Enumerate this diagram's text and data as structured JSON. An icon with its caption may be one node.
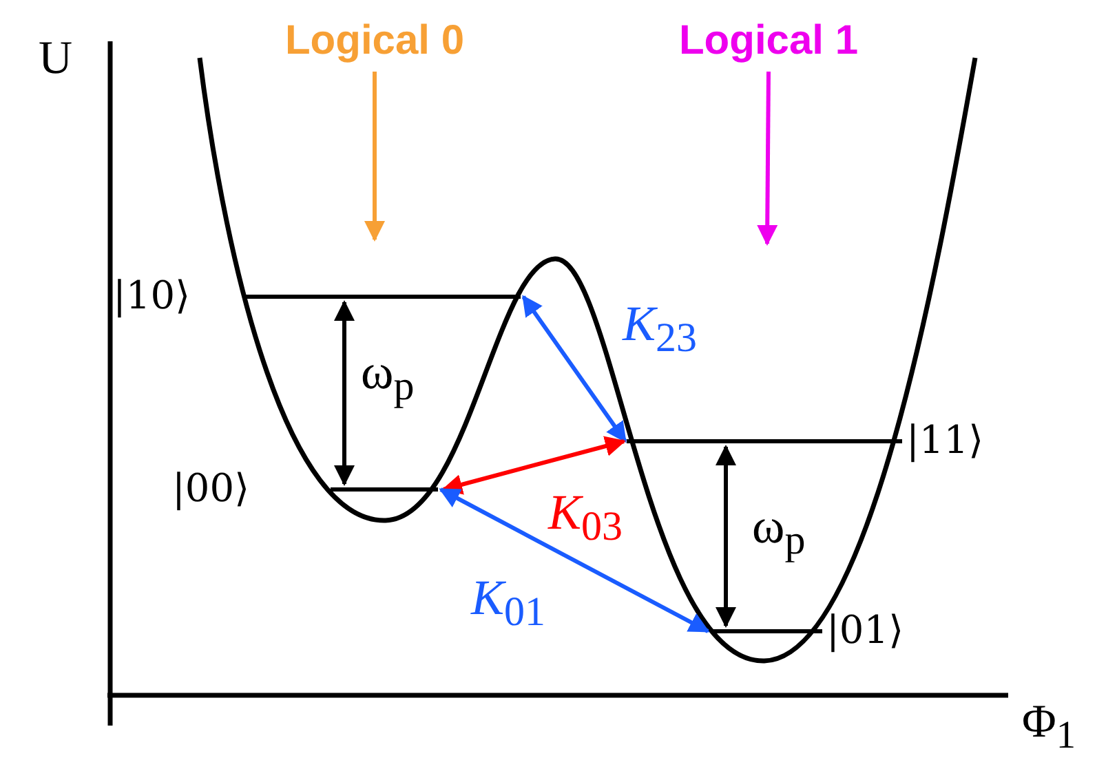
{
  "diagram": {
    "nodes": [
      {
        "text": [
          "Logical 0"
        ]
      },
      {
        "text": [
          "Logical 1"
        ]
      },
      {
        "text": [
          "|10⟩"
        ]
      },
      {
        "text": [
          "|11⟩"
        ]
      },
      {
        "text": [
          "|00⟩"
        ]
      },
      {
        "text": [
          "|01⟩"
        ]
      }
    ],
    "edges": [
      {
        "from": 0,
        "to": null,
        "arrow": "to",
        "color": "#f7a035"
      },
      {
        "from": 1,
        "to": null,
        "arrow": "to",
        "color": "#ee00ee"
      },
      {
        "from": 2,
        "to": 4,
        "arrow": "both",
        "label": "ω$_{p}$"
      },
      {
        "from": 2,
        "to": 3,
        "arrow": "both",
        "label": "*K*$_{23}$",
        "color": "#1a5cff"
      },
      {
        "from": 4,
        "to": 3,
        "arrow": "both",
        "label": "*K*$_{03}$",
        "color": "#ff0000"
      },
      {
        "from": 4,
        "to": 5,
        "arrow": "both",
        "label": "*K*$_{01}$",
        "color": "#1a5cff"
      },
      {
        "from": 3,
        "to": 5,
        "arrow": "both",
        "label": "ω$_{p}$"
      }
    ],
    "labels": [
      "U",
      "Φ$_{1}$"
    ]
  }
}
